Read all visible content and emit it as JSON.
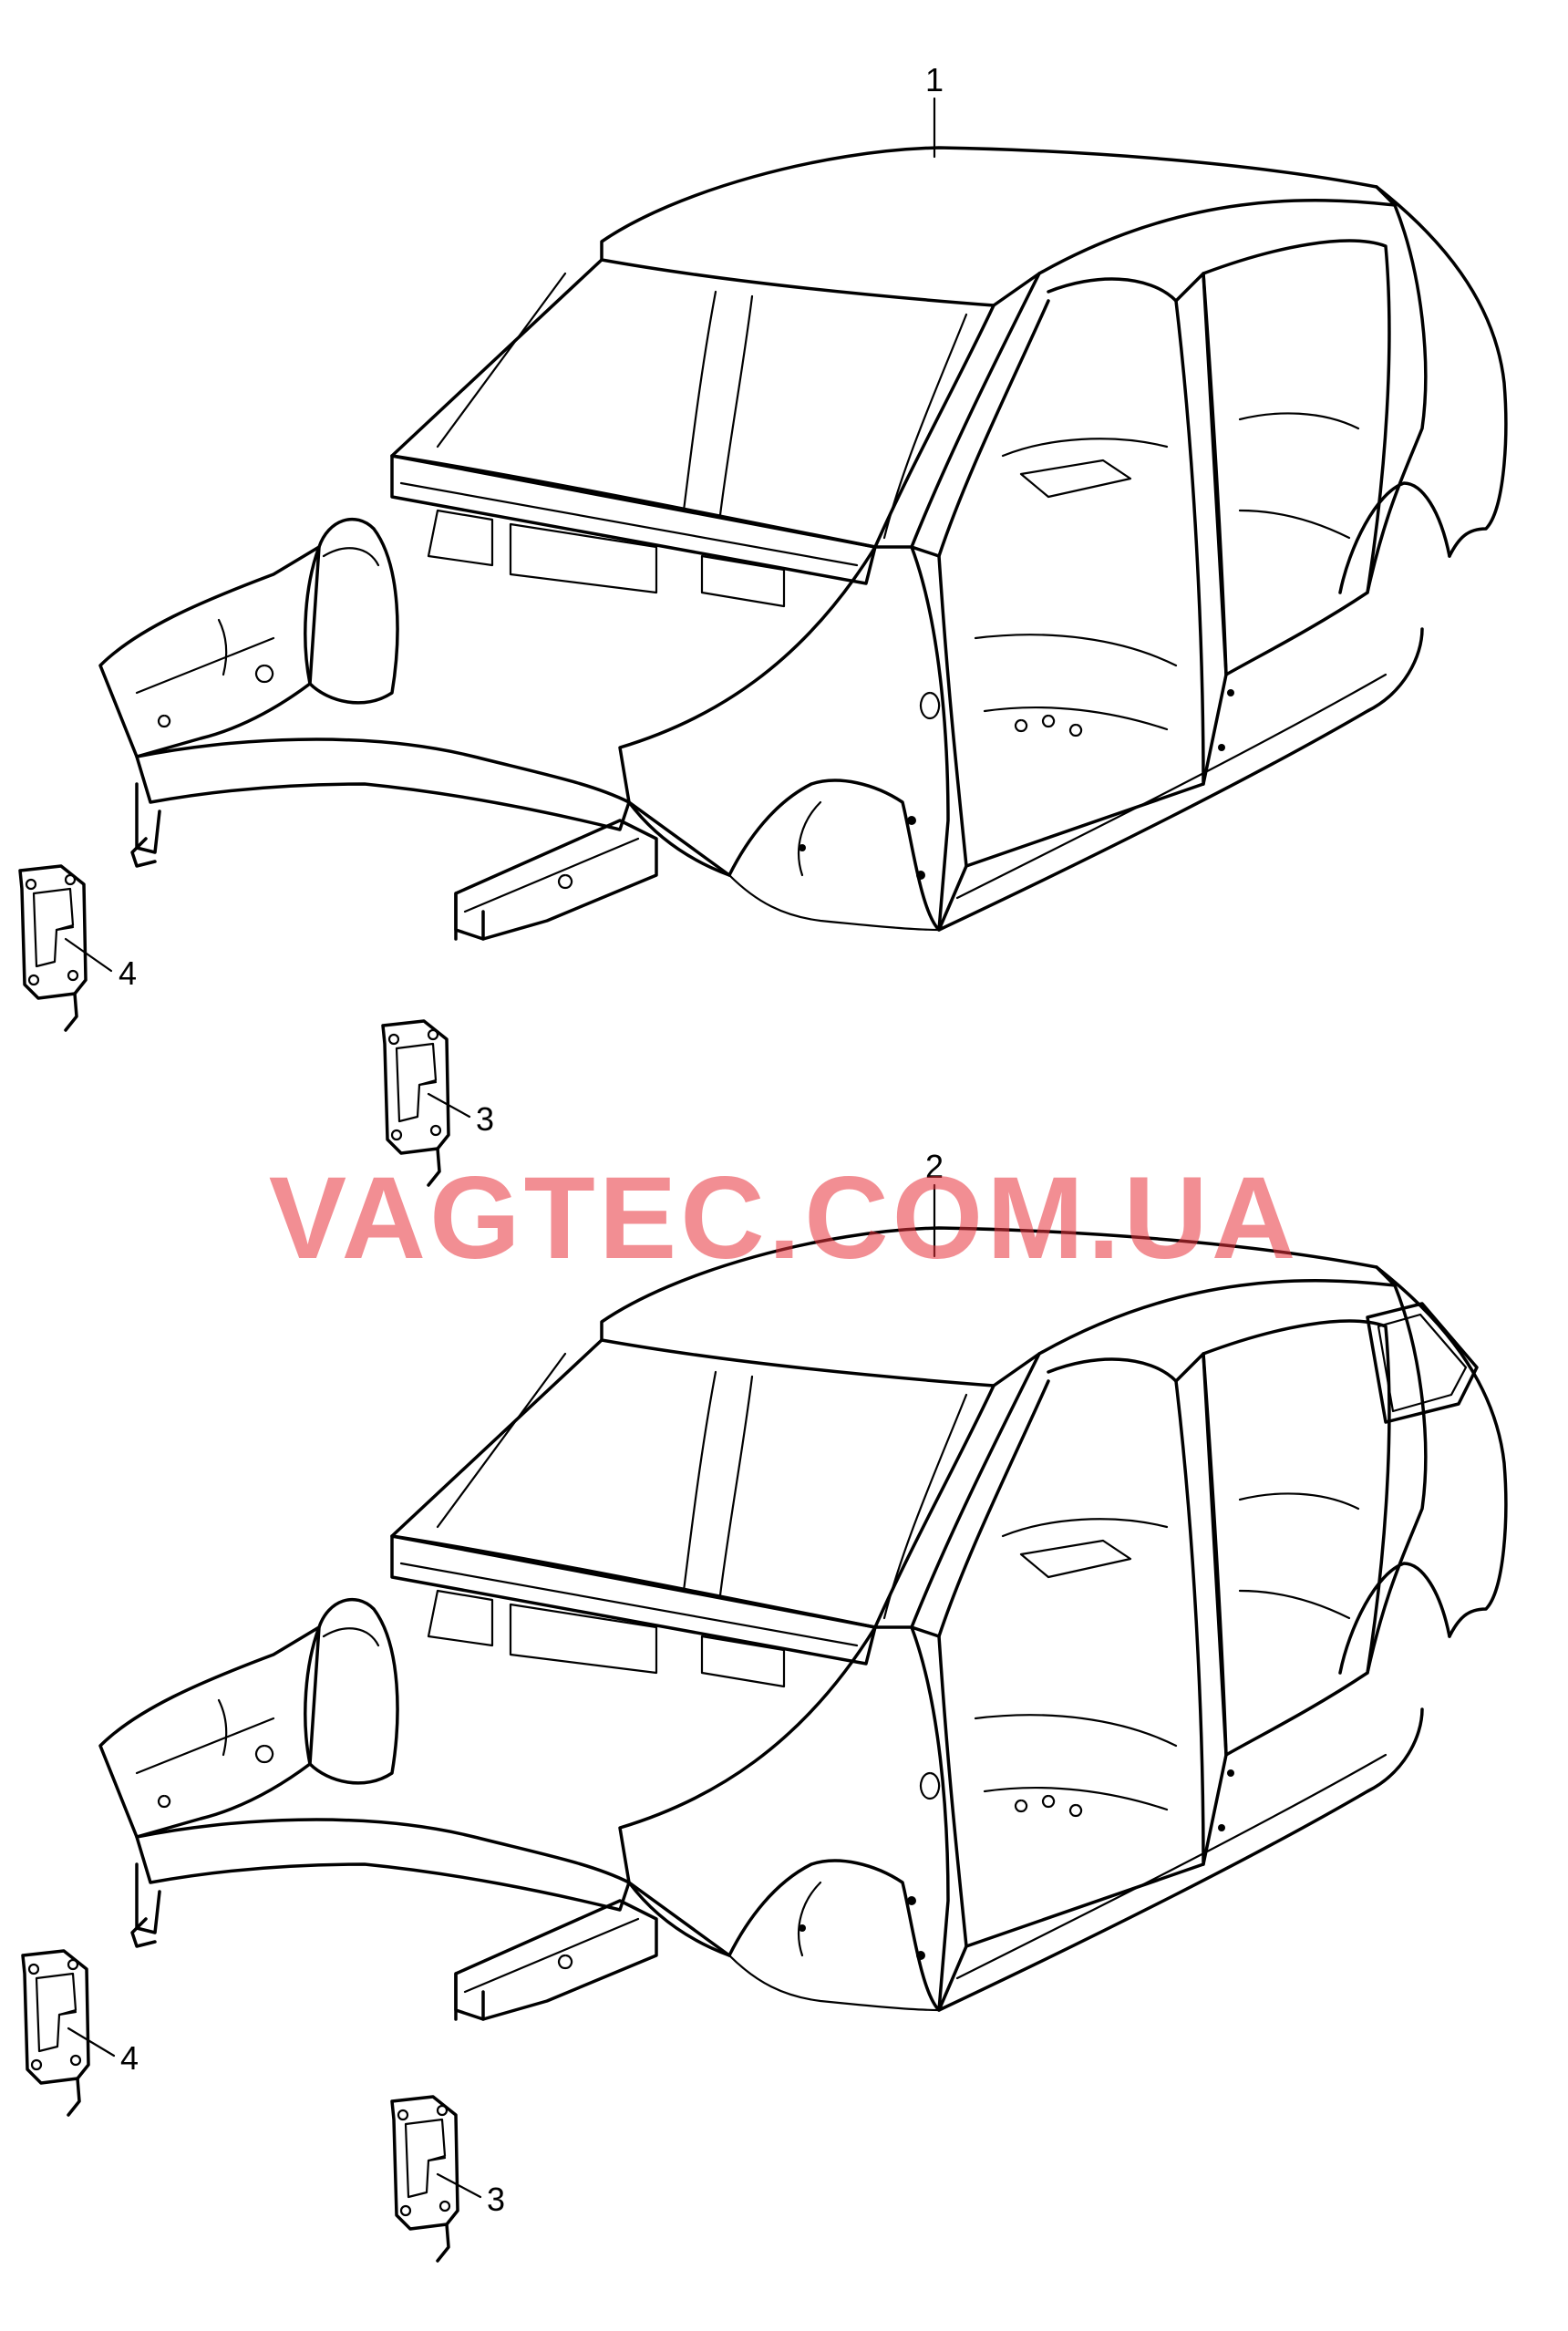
{
  "watermark": {
    "text": "VAGTEC.COM.UA",
    "color": "#e8323a"
  },
  "callouts": {
    "body_upper": "1",
    "body_lower": "2",
    "bracket_3_upper": "3",
    "bracket_4_upper": "4",
    "bracket_3_lower": "3",
    "bracket_4_lower": "4"
  }
}
